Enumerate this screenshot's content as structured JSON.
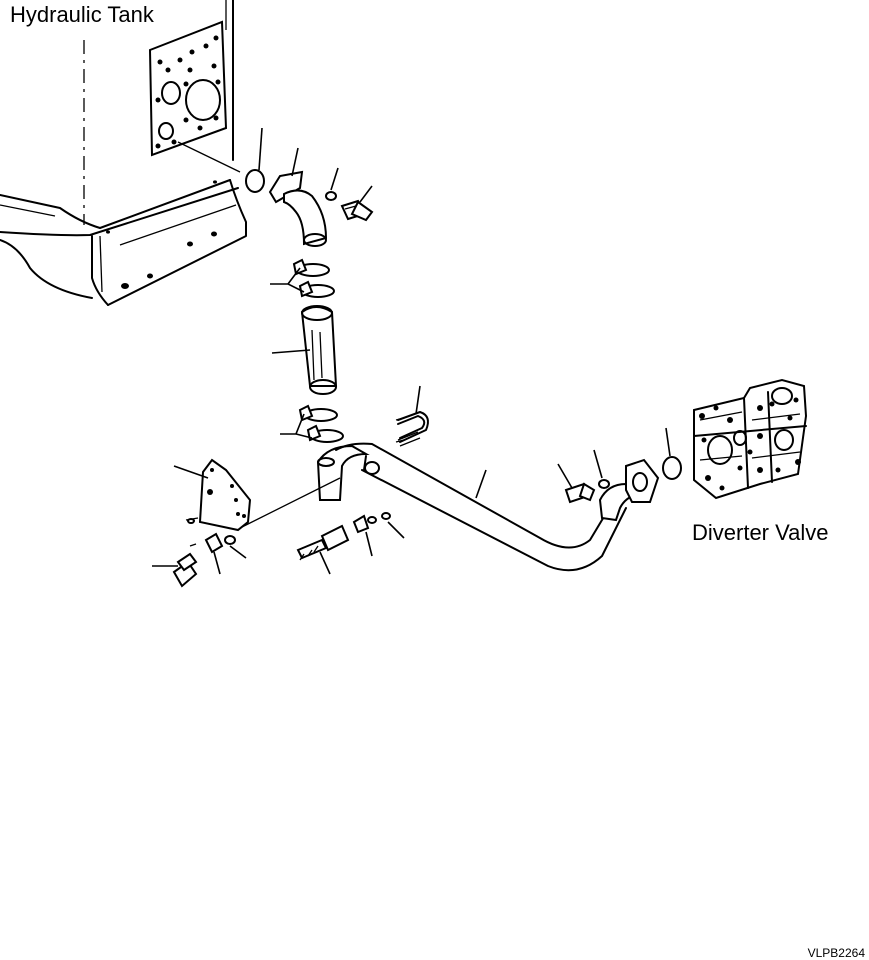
{
  "labels": {
    "hydraulic_tank": "Hydraulic Tank",
    "diverter_valve": "Diverter Valve",
    "drawing_code": "VLPB2264"
  }
}
